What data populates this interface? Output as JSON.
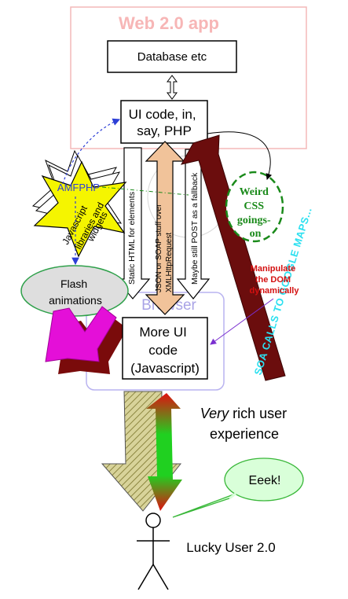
{
  "title": "Web 2.0 app",
  "database": "Database etc",
  "ui_server": "UI code, in, say, PHP",
  "browser": "Browser",
  "ui_client": "More UI code (Javascript)",
  "amfphp": "AMFPHP",
  "js_libs": "Javascript libraries and widgets",
  "flash": "Flash animations",
  "weird_css": "Weird CSS goings-on",
  "manipulate_dom": "Manipulate the DOM dynamically",
  "static_html": "Static HTML for elements",
  "json_soap": "JSON or SOAP stuff over XMLHttpRequest",
  "post_fail": "Maybe still POST as a fallback",
  "soa": "SOA CALLS TO GOOGLE MAPS...",
  "rich_exp_em": "Very",
  "rich_exp_rest": "rich user",
  "rich_exp_line2": "experience",
  "eeek": "Eeek!",
  "user": "Lucky User 2.0",
  "colors": {
    "webapp_border": "#f4b8b8",
    "webapp_title": "#f7b6b6",
    "browser_border": "#b9b3f0",
    "browser_label": "#a9a3e6",
    "amfphp": "#2d3fd6",
    "css_green": "#1a8a1a",
    "manipulate_red": "#d41010",
    "soa_arrow": "#6b0d0d",
    "soa_text": "#2ce0f0",
    "json_arrow": "#f1c39a",
    "flash_fill": "#dedede",
    "star_fill": "#f5f500",
    "magenta": "#e40fd8",
    "bubble_fill": "#d9ffd9",
    "bubble_stroke": "#39b739"
  }
}
